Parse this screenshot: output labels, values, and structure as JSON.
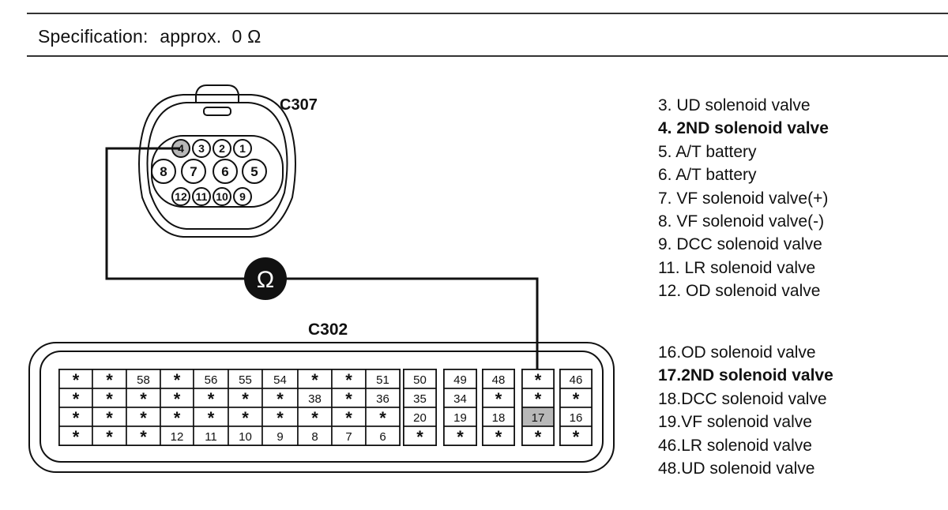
{
  "specification": {
    "label": "Specification:",
    "value": "approx.  0 Ω"
  },
  "c307": {
    "label": "C307",
    "pins": [
      "4",
      "3",
      "2",
      "1",
      "8",
      "7",
      "6",
      "5",
      "12",
      "11",
      "10",
      "9"
    ]
  },
  "c302": {
    "label": "C302",
    "rows": [
      [
        "*",
        "*",
        "58",
        "*",
        "56",
        "55",
        "54",
        "*",
        "*",
        "51",
        "50",
        "49",
        "48",
        "*",
        "46"
      ],
      [
        "*",
        "*",
        "*",
        "*",
        "*",
        "*",
        "*",
        "38",
        "*",
        "36",
        "35",
        "34",
        "*",
        "*",
        "*"
      ],
      [
        "*",
        "*",
        "*",
        "*",
        "*",
        "*",
        "*",
        "*",
        "*",
        "*",
        "20",
        "19",
        "18",
        "17",
        "16"
      ],
      [
        "*",
        "*",
        "*",
        "12",
        "11",
        "10",
        "9",
        "8",
        "7",
        "6",
        "*",
        "*",
        "*",
        "*",
        "*"
      ]
    ]
  },
  "ohmmeter": {
    "symbol": "Ω"
  },
  "legend_c307": [
    {
      "text": "3. UD solenoid valve",
      "bold": false
    },
    {
      "text": "4. 2ND solenoid valve",
      "bold": true
    },
    {
      "text": "5. A/T battery",
      "bold": false
    },
    {
      "text": "6. A/T battery",
      "bold": false
    },
    {
      "text": "7. VF solenoid valve(+)",
      "bold": false
    },
    {
      "text": "8. VF solenoid valve(-)",
      "bold": false
    },
    {
      "text": "9. DCC solenoid valve",
      "bold": false
    },
    {
      "text": "11. LR solenoid valve",
      "bold": false
    },
    {
      "text": "12. OD solenoid valve",
      "bold": false
    }
  ],
  "legend_c302": [
    {
      "text": "16.OD solenoid valve",
      "bold": false
    },
    {
      "text": "17.2ND solenoid valve",
      "bold": true
    },
    {
      "text": "18.DCC solenoid valve",
      "bold": false
    },
    {
      "text": "19.VF solenoid valve",
      "bold": false
    },
    {
      "text": "46.LR solenoid valve",
      "bold": false
    },
    {
      "text": "48.UD solenoid valve",
      "bold": false
    }
  ],
  "colors": {
    "line": "#111111",
    "highlight": "#b8b8b8",
    "meter": "#111111"
  }
}
